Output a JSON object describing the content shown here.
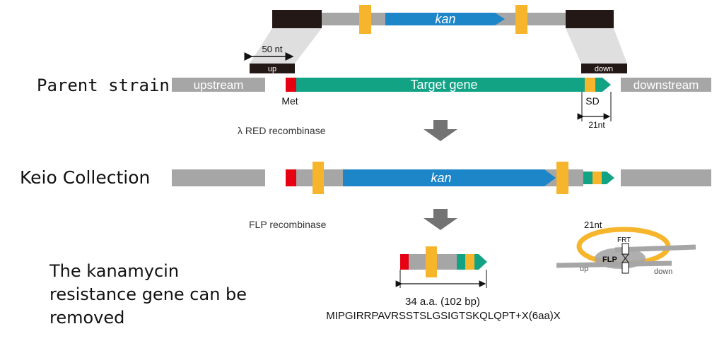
{
  "labels": {
    "parent_strain": "Parent strain",
    "keio_collection": "Keio Collection",
    "kan_removed_line1": "The kanamycin",
    "kan_removed_line2": "resistance gene can be",
    "kan_removed_line3": "removed"
  },
  "cassette": {
    "kan": "kan"
  },
  "parent": {
    "upstream": "upstream",
    "target_gene": "Target gene",
    "downstream": "downstream",
    "met": "Met",
    "sd": "SD",
    "up": "up",
    "down": "down",
    "homology_length": "50 nt",
    "sd_length": "21nt"
  },
  "steps": {
    "lambda_red": "λ RED recombinase",
    "flp": "FLP recombinase"
  },
  "keio": {
    "kan": "kan"
  },
  "scar": {
    "length": "34 a.a. (102 bp)",
    "sequence": "MIPGIRRPAVRSSTSLGSIGTSKQLQPT+X(6aa)X"
  },
  "flp_inset": {
    "length": "21nt",
    "frt": "FRT",
    "flp": "FLP",
    "up": "up",
    "down": "down"
  },
  "colors": {
    "gray": "#a6a6a6",
    "black": "#231815",
    "blue": "#1d86c8",
    "green": "#12a385",
    "orange": "#f7b52c",
    "red": "#e60012",
    "arrow": "#737373",
    "band": "#d9d9d9"
  }
}
